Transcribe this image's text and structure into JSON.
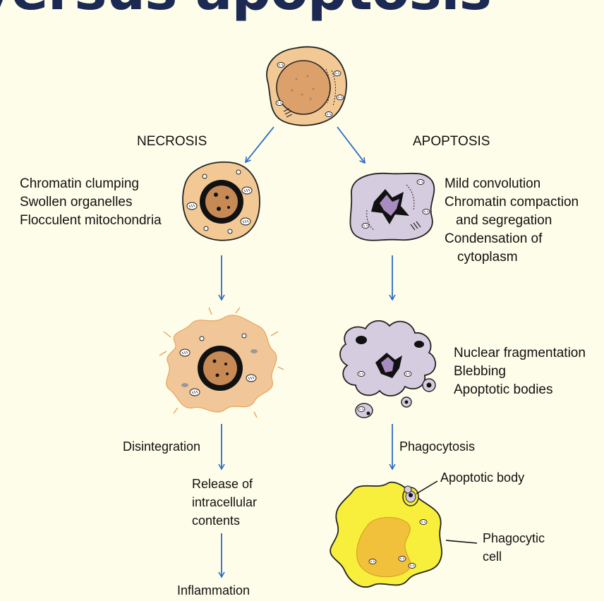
{
  "title": "versus apoptosis",
  "branches": {
    "necrosis": "NECROSIS",
    "apoptosis": "APOPTOSIS"
  },
  "necrosis_features": [
    "Chromatin clumping",
    "Swollen organelles",
    "Flocculent mitochondria"
  ],
  "apoptosis_features": [
    "Mild convolution",
    "Chromatin compaction",
    "and segregation",
    "Condensation of",
    "cytoplasm"
  ],
  "fragmentation_features": [
    "Nuclear fragmentation",
    "Blebbing",
    "Apoptotic bodies"
  ],
  "steps": {
    "disintegration": "Disintegration",
    "phagocytosis": "Phagocytosis",
    "release": [
      "Release of",
      "intracellular",
      "contents"
    ],
    "inflammation": "Inflammation",
    "apoptotic_body": "Apoptotic body",
    "phagocytic_cell": [
      "Phagocytic",
      "cell"
    ]
  },
  "colors": {
    "title": "#1c2a53",
    "background": "#fefde9",
    "arrow": "#2b6cc4",
    "necrotic_cell": "#f2c995",
    "apoptotic_cell": "#d6cce0",
    "phagocyte": "#f8ee3c",
    "phagocyte_nucleus": "#f2c13b"
  }
}
